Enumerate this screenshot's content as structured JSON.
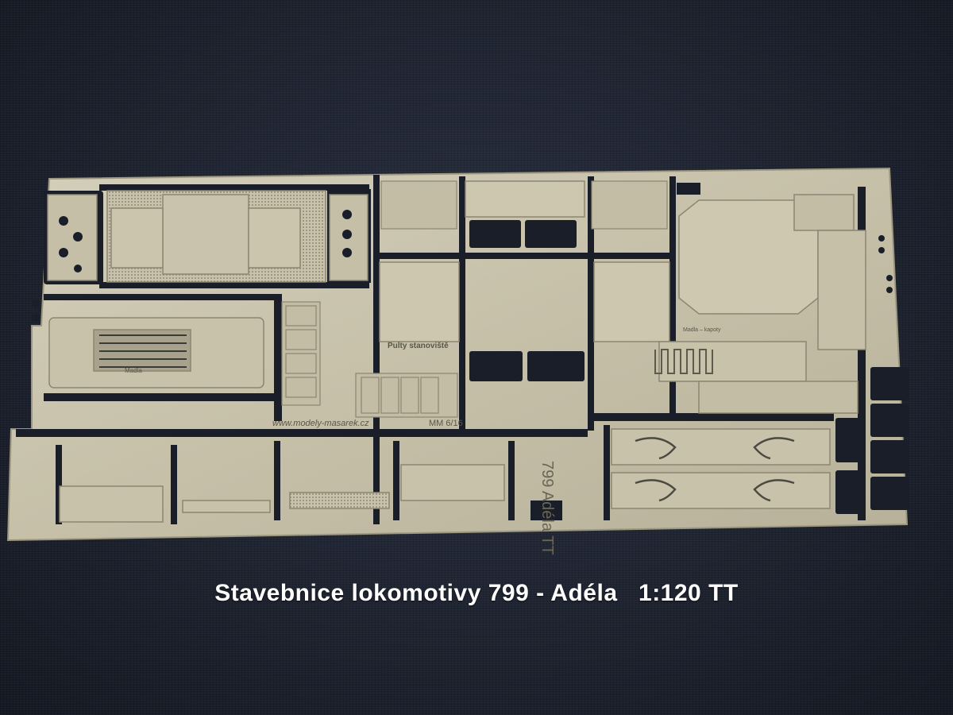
{
  "caption": "Stavebnice lokomotivy 799 - Adéla   1:120 TT",
  "etched_text": {
    "pult": "Pulty stanoviště",
    "url": "www.modely-masarek.cz",
    "code": "MM 6/16",
    "vertical": "799 Adéla TT",
    "label1": "Madla",
    "label2": "Madla – kapoty"
  },
  "colors": {
    "background": "#1d2330",
    "brass": "#c9c3ad",
    "brass_dark": "#8e8a78",
    "hole": "#161a24",
    "caption": "#ffffff"
  }
}
